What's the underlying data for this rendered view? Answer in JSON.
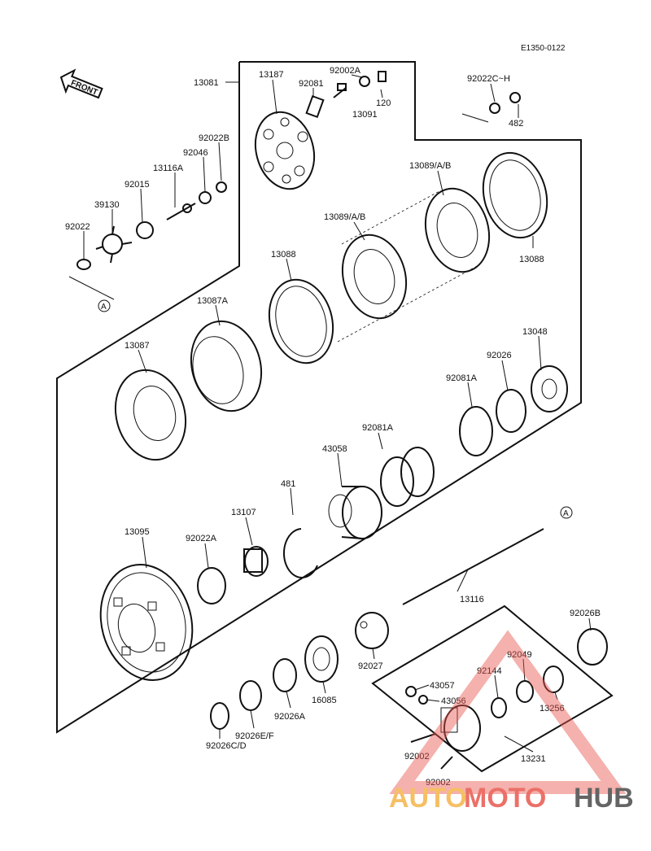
{
  "drawing_code": "E1350-0122",
  "front_marker": "FRONT",
  "reference_mark": "A",
  "watermark": {
    "auto": "AUTO",
    "moto": "MOTO",
    "hub": "HUB",
    "colors": {
      "auto": "#f5b44a",
      "moto": "#e8584e",
      "hub": "#4a4a4a",
      "triangle": "#e8584e"
    }
  },
  "labels": {
    "13081": "13081",
    "13187": "13187",
    "92002A": "92002A",
    "92081": "92081",
    "120": "120",
    "13091": "13091",
    "92022C_H": "92022C~H",
    "482": "482",
    "92022B": "92022B",
    "92046": "92046",
    "13116A": "13116A",
    "92015": "92015",
    "39130": "39130",
    "92022": "92022",
    "13089_top": "13089/A/B",
    "13089_mid": "13089/A/B",
    "13088_top": "13088",
    "13088_mid": "13088",
    "13087A": "13087A",
    "13087": "13087",
    "13048": "13048",
    "92026": "92026",
    "92081A_a": "92081A",
    "92081A_b": "92081A",
    "43058": "43058",
    "481": "481",
    "13107": "13107",
    "13095": "13095",
    "92022A": "92022A",
    "13116": "13116",
    "92026B": "92026B",
    "92049": "92049",
    "92144": "92144",
    "43057": "43057",
    "43056": "43056",
    "13256": "13256",
    "92027": "92027",
    "16085": "16085",
    "92026A": "92026A",
    "92026E_F": "92026E/F",
    "92026C_D": "92026C/D",
    "92002_a": "92002",
    "92002_b": "92002",
    "13231": "13231"
  }
}
